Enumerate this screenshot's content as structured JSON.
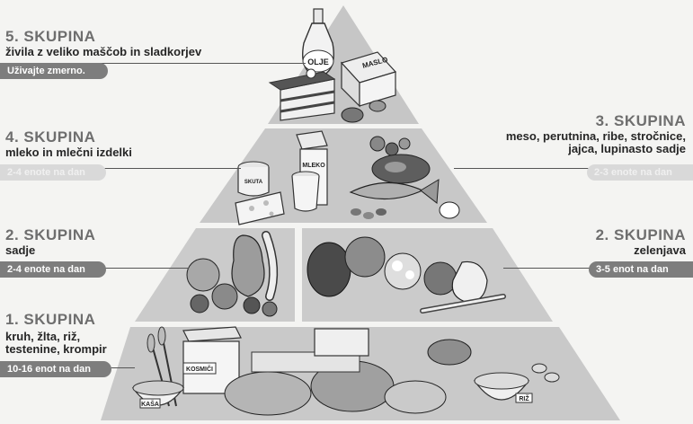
{
  "groups": {
    "g5": {
      "title": "5. SKUPINA",
      "desc": "živila z veliko maščob in sladkorjev",
      "pill": "Uživajte zmerno."
    },
    "g4": {
      "title": "4. SKUPINA",
      "desc": "mleko in mlečni izdelki",
      "pill": "2-4 enote na dan"
    },
    "g3": {
      "title": "3. SKUPINA",
      "desc_line1": "meso, perutnina, ribe, stročnice,",
      "desc_line2": "jajca, lupinasto sadje",
      "pill": "2-3 enote na dan"
    },
    "g2_fruit": {
      "title": "2. SKUPINA",
      "desc": "sadje",
      "pill": "2-4 enote na dan"
    },
    "g2_veg": {
      "title": "2. SKUPINA",
      "desc": "zelenjava",
      "pill": "3-5 enot na dan"
    },
    "g1": {
      "title": "1. SKUPINA",
      "desc_line1": "kruh, žlta, riž,",
      "desc_line2": "testenine, krompir",
      "pill": "10-16 enot na dan"
    }
  },
  "food_labels": {
    "olje": "OLJE",
    "maslo": "MASLO",
    "mleko": "MLEKO",
    "skuta": "SKUTA",
    "kosmici": "KOSMIČI",
    "kasa": "KAŠA",
    "riz": "RIŽ"
  },
  "colors": {
    "tier_fill": "#c9c9c9",
    "pill_dark": "#7d7d7d",
    "pill_faded": "#d9d9d9"
  }
}
